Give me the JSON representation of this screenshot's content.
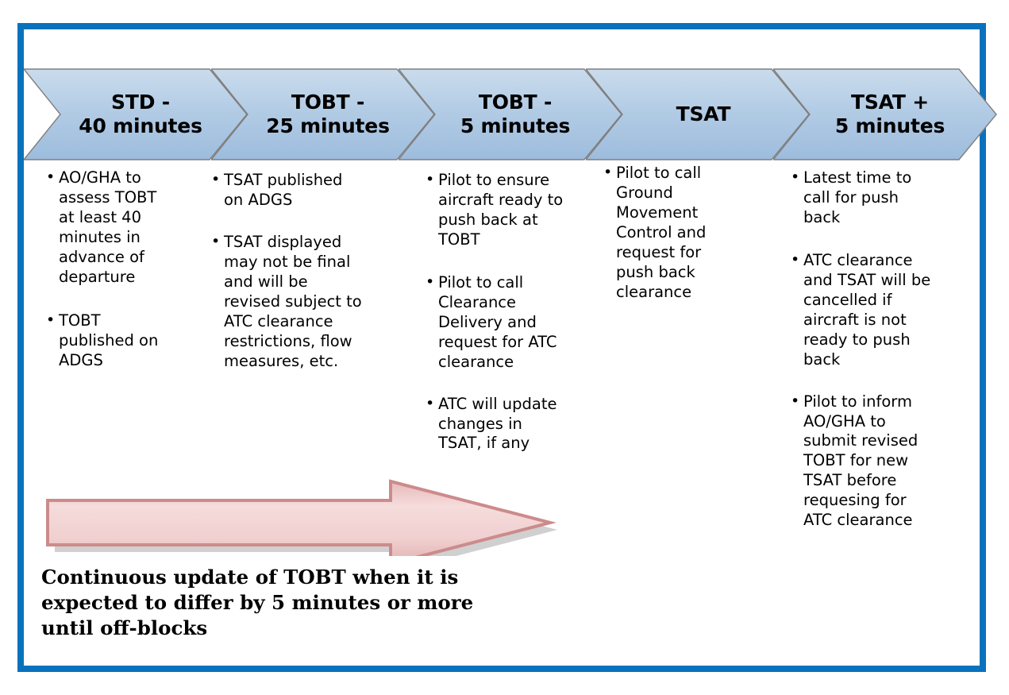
{
  "frame": {
    "border_color": "#0a72bd",
    "background": "#ffffff"
  },
  "theme": {
    "chevron_fill_top": "#c6dbee",
    "chevron_fill_bottom": "#a3c2e0",
    "chevron_stroke": "#7f7f7f",
    "arrow_fill": "#f2cfcf",
    "arrow_stroke": "#cc8b8b",
    "arrow_shadow": "#a9a9a9",
    "text_color": "#000000"
  },
  "timeline": {
    "stages": [
      {
        "id": "std-40",
        "label": "STD -\n40 minutes",
        "bullets": [
          "AO/GHA to assess TOBT at least 40 minutes in advance of departure",
          "TOBT published on ADGS"
        ]
      },
      {
        "id": "tobt-25",
        "label": "TOBT -\n25 minutes",
        "bullets": [
          "TSAT published on ADGS",
          "TSAT displayed may not be final and will be revised subject to ATC clearance restrictions, flow measures, etc."
        ]
      },
      {
        "id": "tobt-5",
        "label": "TOBT -\n5 minutes",
        "bullets": [
          "Pilot to ensure aircraft ready to push back at TOBT",
          "Pilot to call Clearance Delivery and request for ATC clearance",
          "ATC will update changes in TSAT, if any"
        ]
      },
      {
        "id": "tsat",
        "label": "TSAT",
        "bullets": [
          "Pilot to call Ground Movement Control and request for push back clearance"
        ]
      },
      {
        "id": "tsat-plus-5",
        "label": "TSAT +\n5 minutes",
        "bullets": [
          "Latest time to call for push back",
          "ATC clearance and TSAT will be cancelled if aircraft is not ready to push back",
          "Pilot to inform AO/GHA to submit revised TOBT for new TSAT before requesing for ATC clearance"
        ]
      }
    ]
  },
  "caption": {
    "text": "Continuous update of TOBT when it is expected to differ by 5 minutes or more until off-blocks"
  },
  "arrow": {
    "name": "continuous-update-arrow",
    "direction": "right"
  }
}
